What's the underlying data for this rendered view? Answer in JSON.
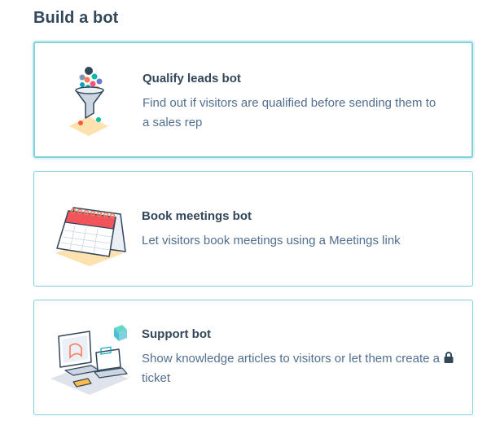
{
  "page": {
    "title": "Build a bot"
  },
  "bots": [
    {
      "title": "Qualify leads bot",
      "description": "Find out if visitors are qualified before sending them to a sales rep",
      "icon": "funnel-illustration-icon",
      "selected": true
    },
    {
      "title": "Book meetings bot",
      "description": "Let visitors book meetings using a Meetings link",
      "icon": "calendar-illustration-icon",
      "selected": false
    },
    {
      "title": "Support bot",
      "description": "Show knowledge articles to visitors or let them create a ticket",
      "icon": "devices-illustration-icon",
      "locked": true,
      "lock_icon": "lock-icon",
      "selected": false
    }
  ],
  "colors": {
    "heading": "#33475b",
    "body_text": "#516f90",
    "card_border": "#7fd1de",
    "accent_orange": "#ff7a59",
    "accent_teal": "#00bda5",
    "accent_yellow": "#fde2b0"
  }
}
